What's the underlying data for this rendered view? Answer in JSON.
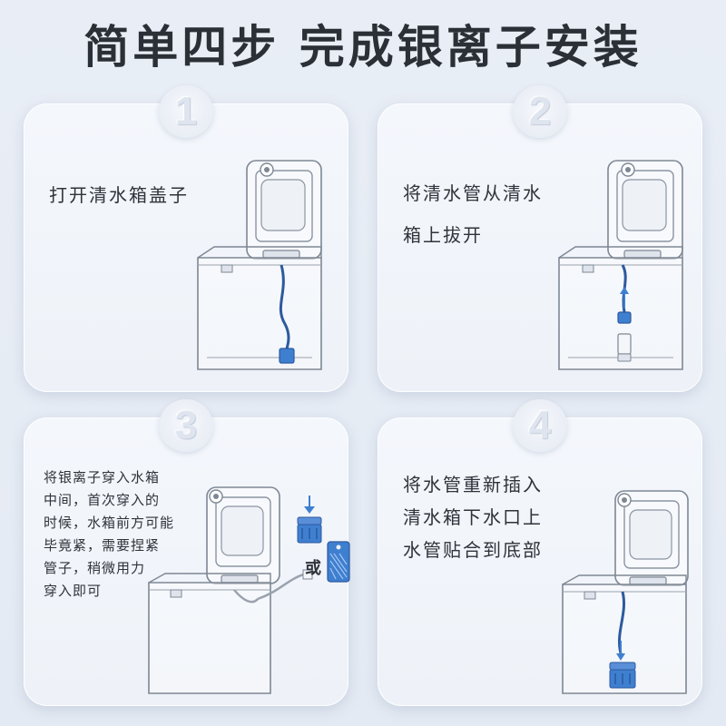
{
  "title": "简单四步 完成银离子安装",
  "steps": [
    {
      "number": "1",
      "lines": [
        "打开清水箱盖子"
      ]
    },
    {
      "number": "2",
      "lines": [
        "将清水管从清水",
        "箱上拔开"
      ]
    },
    {
      "number": "3",
      "lines": [
        "将银离子穿入水箱",
        "中间，首次穿入的",
        "时候，水箱前方可能",
        "毕竟紧，需要捏紧",
        "管子，稍微用力",
        "穿入即可"
      ],
      "or_label": "或"
    },
    {
      "number": "4",
      "lines": [
        "将水管重新插入",
        "清水箱下水口上",
        "水管贴合到底部"
      ]
    }
  ],
  "colors": {
    "title": "#2b2f36",
    "text": "#2f333a",
    "tube": "#2d5a9e",
    "part": "#3e7fd0",
    "outline": "#7e8794"
  }
}
